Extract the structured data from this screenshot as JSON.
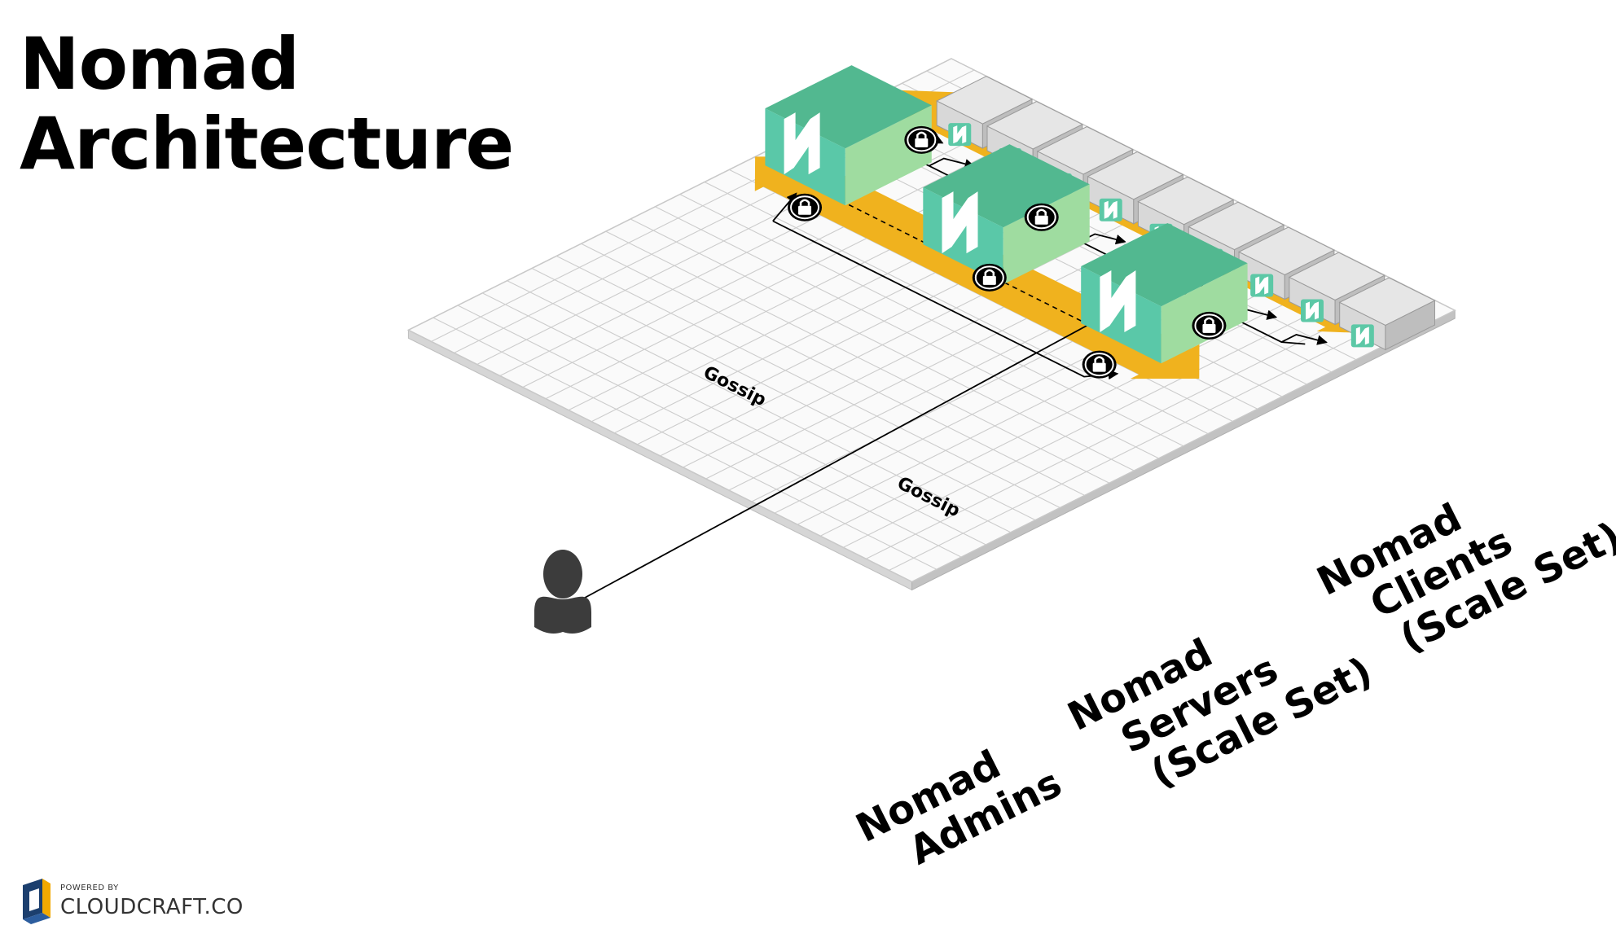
{
  "title": {
    "line1": "Nomad",
    "line2": "Architecture"
  },
  "zones": {
    "admins": {
      "line1": "Nomad",
      "line2": "Admins"
    },
    "servers": {
      "line1": "Nomad",
      "line2": "Servers",
      "line3": "(Scale Set)"
    },
    "clients": {
      "line1": "Nomad",
      "line2": "Clients",
      "line3": "(Scale Set)"
    }
  },
  "connections": {
    "gossip_1": "Gossip",
    "gossip_2": "Gossip"
  },
  "nodes": {
    "server_count": 3,
    "client_count": 9,
    "server_icon": "nomad-logo-icon",
    "client_icon": "nomad-logo-icon",
    "admin_icon": "user-icon",
    "lock_icon": "lock-icon"
  },
  "colors": {
    "scale_set_bar": "#F0B21E",
    "server_front": "#5AC8A8",
    "server_side": "#9FDCA0",
    "server_top": "#52B890",
    "client_box": "#D8D8D8",
    "grid_line": "#CCCCCC",
    "admin_person": "#3C3C3C"
  },
  "brand": {
    "powered_by": "POWERED BY",
    "name": "CLOUDCRAFT.CO"
  }
}
